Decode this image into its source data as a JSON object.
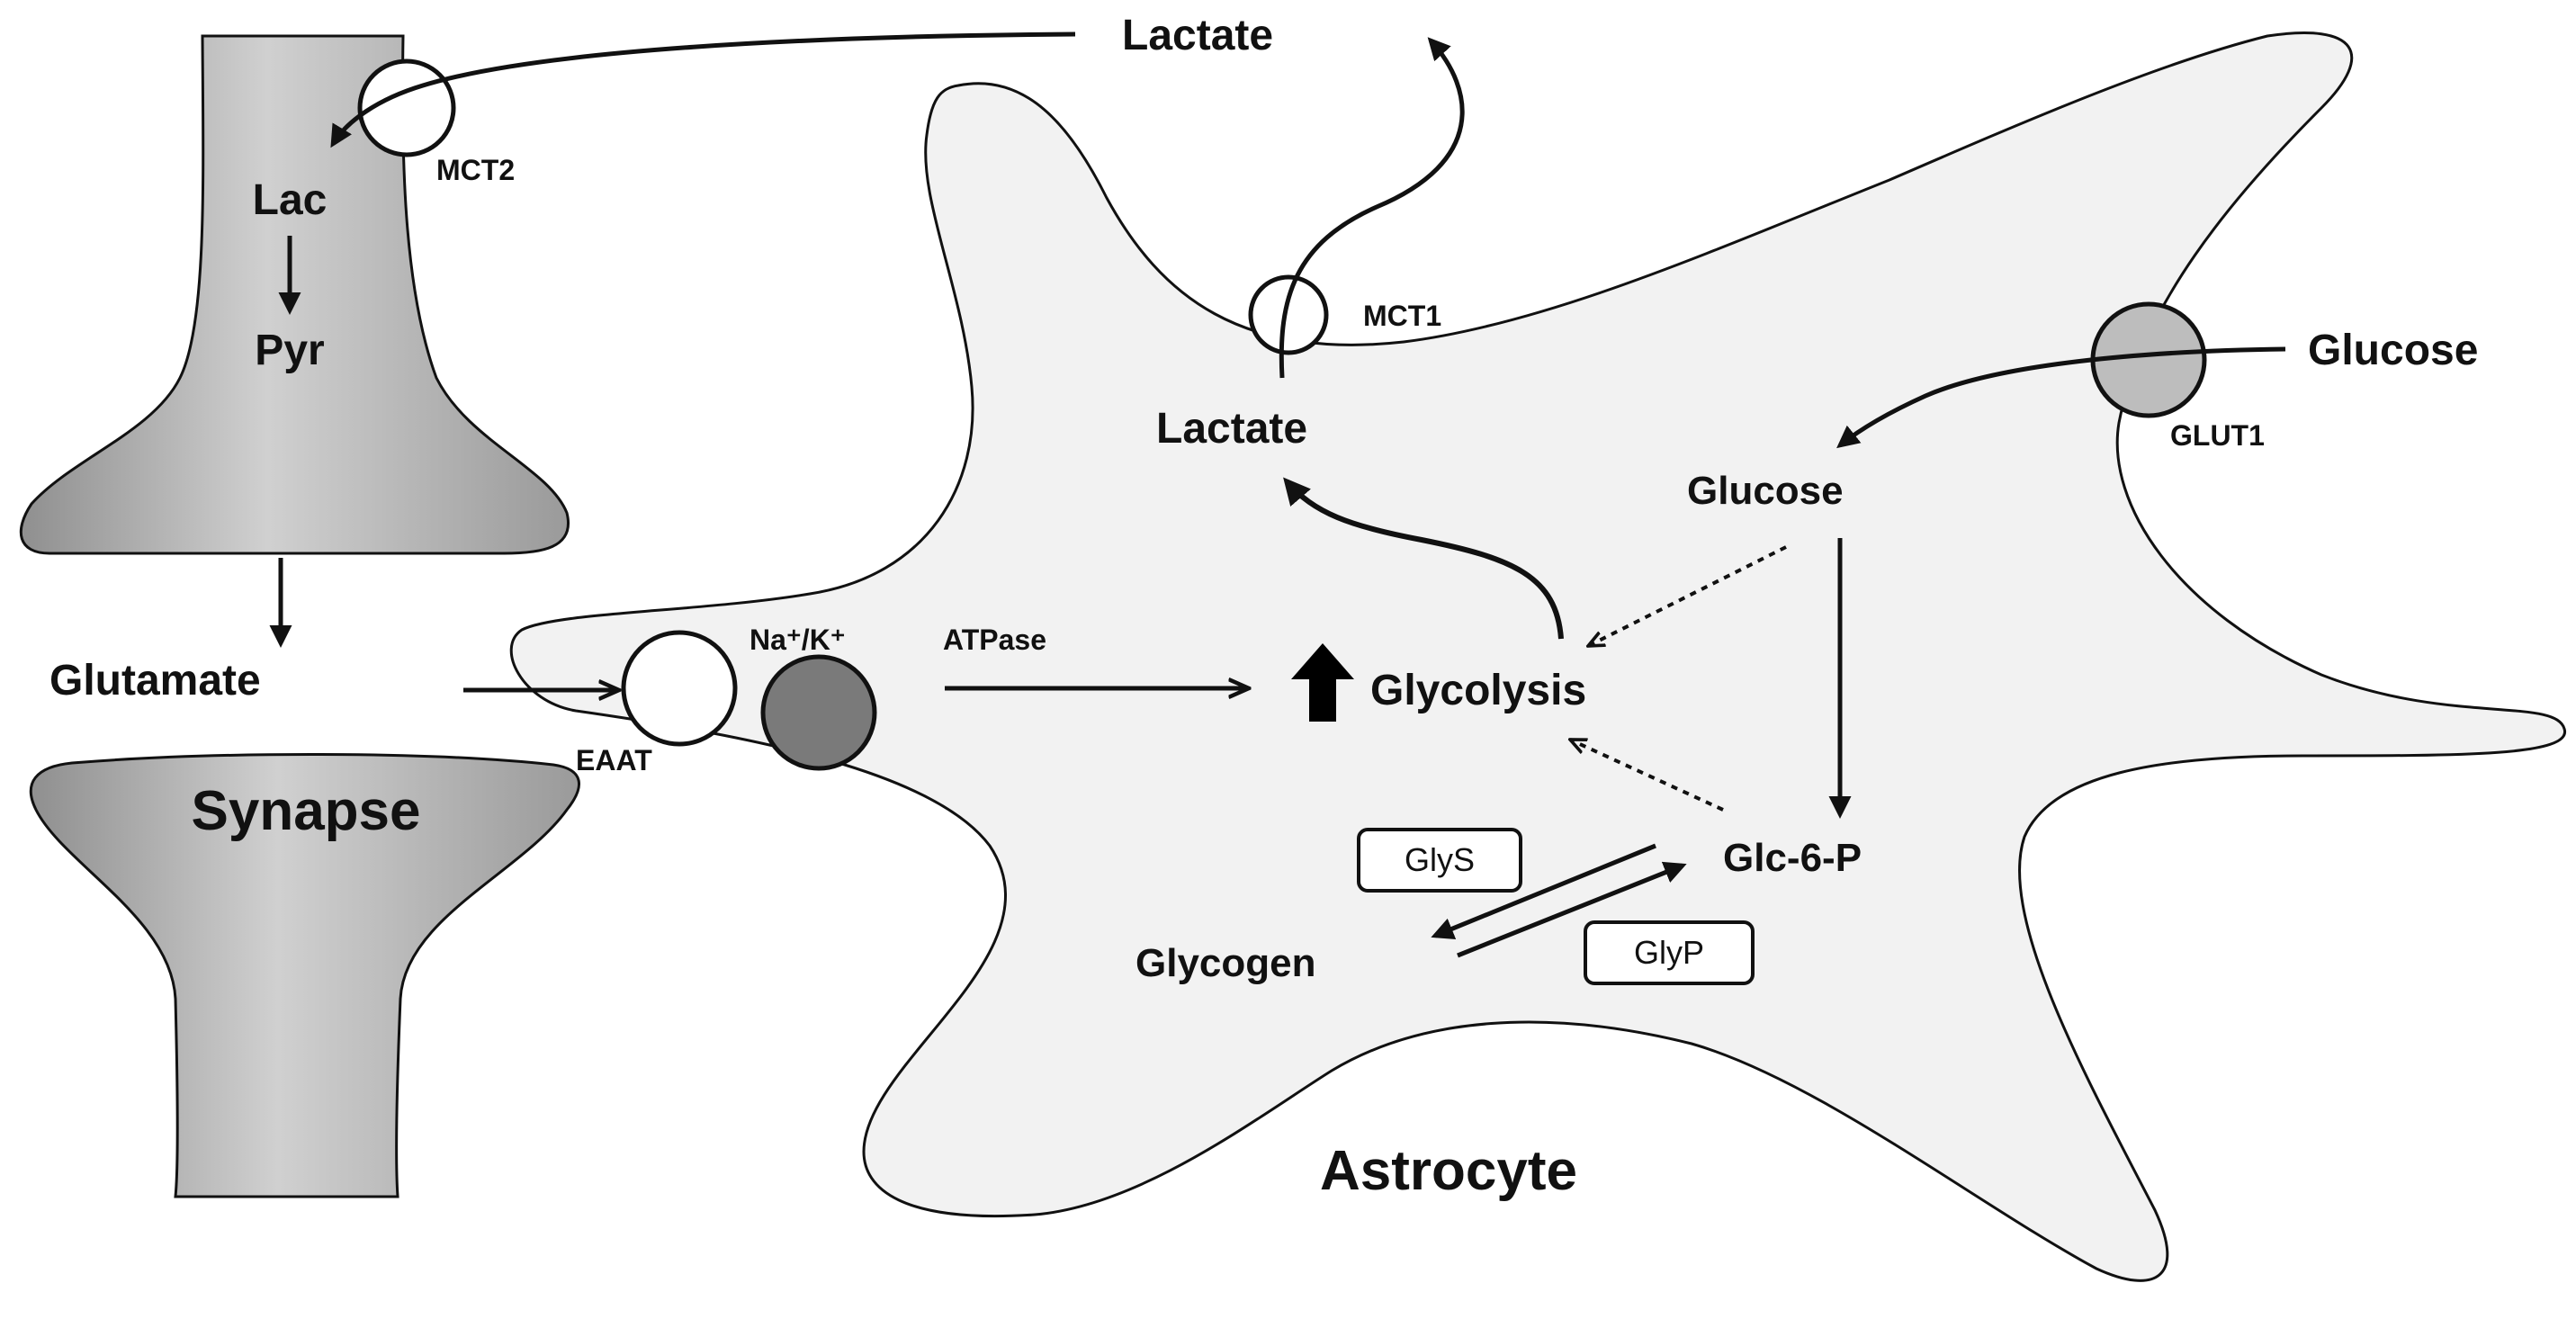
{
  "colors": {
    "cell_fill": "#f2f2f2",
    "neuron_fill": "#c4c4c4",
    "glut1_fill": "#bdbdbd",
    "atpase_fill": "#7a7a7a",
    "outline": "#111111"
  },
  "labels": {
    "lactate_out": "Lactate",
    "mct2": "MCT2",
    "lac": "Lac",
    "pyr": "Pyr",
    "mct1": "MCT1",
    "lactate_in": "Lactate",
    "glucose_out": "Glucose",
    "glut1": "GLUT1",
    "glucose_in": "Glucose",
    "glutamate": "Glutamate",
    "na_k": "Na⁺/K⁺",
    "atpase": "ATPase",
    "eaat": "EAAT",
    "glycolysis": "Glycolysis",
    "synapse": "Synapse",
    "glys": "GlyS",
    "glc6p": "Glc-6-P",
    "glycogen": "Glycogen",
    "glyp": "GlyP",
    "astrocyte": "Astrocyte"
  },
  "icons": {
    "upregulation": "up-arrow-icon",
    "transporter": "circle-icon"
  }
}
